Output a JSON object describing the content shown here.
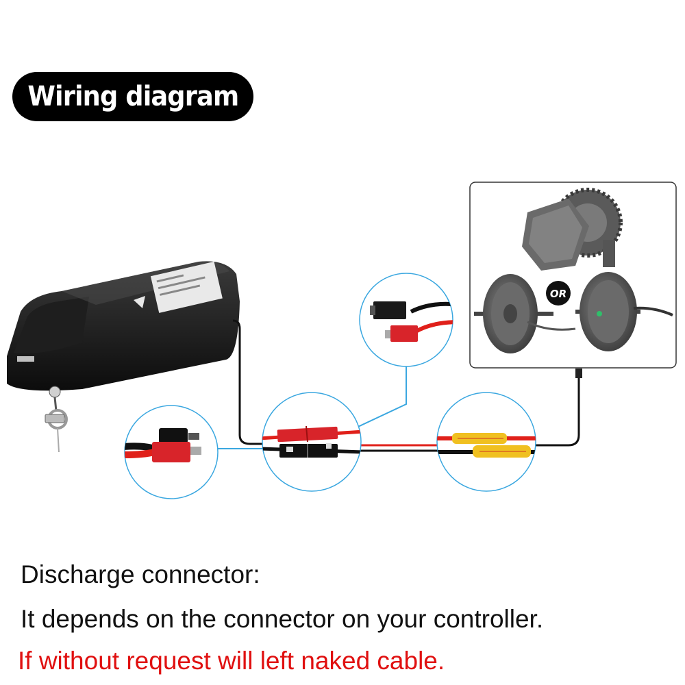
{
  "title": "Wiring diagram",
  "motor_box": {
    "or_label": "OR"
  },
  "captions": {
    "line1": "Discharge connector:",
    "line2": "It depends on the connector on your controller.",
    "line3": "If without request will left naked cable."
  },
  "colors": {
    "title_bg": "#000000",
    "callout_ring": "#3aa7e0",
    "wire_red": "#e0201a",
    "wire_black": "#111111",
    "connector_red": "#d8242a",
    "heatshrink_yellow": "#f0c020",
    "warning_text": "#e01010"
  },
  "icons": [
    "battery-pack",
    "key-icon",
    "anderson-connector",
    "mid-drive-motor",
    "hub-motor",
    "solder-joint"
  ]
}
